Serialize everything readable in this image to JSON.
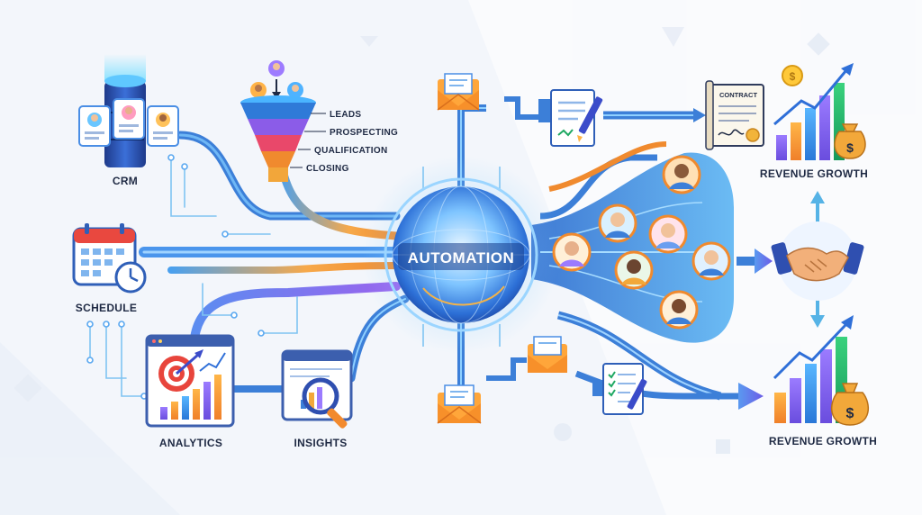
{
  "hub": {
    "label": "AUTOMATION"
  },
  "sources": {
    "crm": "CRM",
    "schedule": "SCHEDULE",
    "analytics": "ANALYTICS",
    "insights": "INSIGHTS"
  },
  "funnel": {
    "stages": [
      "LEADS",
      "PROSPECTING",
      "QUALIFICATION",
      "CLOSING"
    ]
  },
  "outputs": {
    "contract": "CONTRACT",
    "revenue_top": "REVENUE GROWTH",
    "revenue_bottom": "REVENUE GROWTH",
    "revenue_icon": "$"
  },
  "icons": [
    "database-icon",
    "calendar-icon",
    "clock-icon",
    "funnel-icon",
    "envelope-icon",
    "document-icon",
    "target-icon",
    "magnifier-icon",
    "handshake-icon",
    "money-bag-icon",
    "coin-icon",
    "person-avatar-icon"
  ],
  "colors": {
    "hub_glow": "#3fa3ff",
    "flow_blue": "#4aa0ee",
    "flow_orange": "#f28a2e",
    "accent_purple": "#7b5cf0",
    "revenue_green": "#1fa862",
    "label_dark": "#1f2a44"
  }
}
